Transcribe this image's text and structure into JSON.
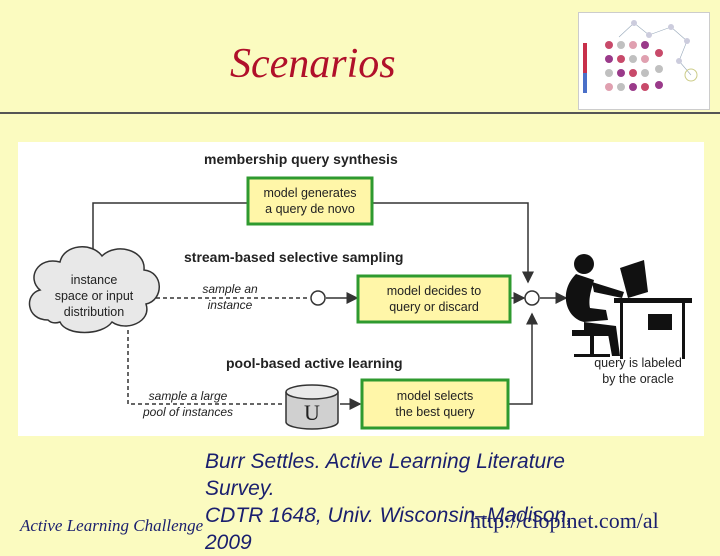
{
  "slide": {
    "title": "Scenarios",
    "citation_line1": "Burr Settles. Active Learning Literature",
    "citation_line2": "Survey.",
    "citation_line3": "CDTR 1648, Univ. Wisconsin–Madison,",
    "citation_line4": "2009",
    "footer_left": "Active Learning Challenge",
    "footer_url": "http://clopinet.com/al"
  },
  "diagram": {
    "heading_membership": "membership query synthesis",
    "box_generate_1": "model generates",
    "box_generate_2": "a query de novo",
    "heading_stream": "stream-based selective sampling",
    "cloud_1": "instance",
    "cloud_2": "space or input",
    "cloud_3": "distribution",
    "sample_instance_1": "sample an",
    "sample_instance_2": "instance",
    "box_decide_1": "model decides to",
    "box_decide_2": "query or discard",
    "heading_pool": "pool-based active learning",
    "sample_pool_1": "sample a large",
    "sample_pool_2": "pool of instances",
    "pool_symbol": "U",
    "box_select_1": "model selects",
    "box_select_2": "the best query",
    "oracle_1": "query is labeled",
    "oracle_2": "by the oracle"
  },
  "colors": {
    "title": "#b0102a",
    "background": "#fbfbc0",
    "citation": "#1a1f6e",
    "box_fill": "#fff6a8",
    "box_border": "#2f9a2f"
  },
  "icons": [
    "person-at-computer-icon",
    "database-cylinder-icon",
    "cloud-icon",
    "network-graph-thumbnail"
  ]
}
